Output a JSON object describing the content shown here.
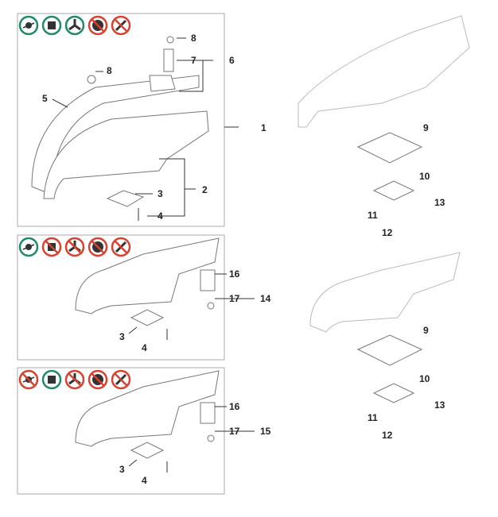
{
  "colors": {
    "allowed": "#1f8a6a",
    "prohibited": "#d9412f"
  },
  "groups": [
    {
      "group_label": "1",
      "icons": [
        "trimmer-head",
        "four-blade",
        "three-blade",
        "saw-blade",
        "two-blade"
      ],
      "allowed": [
        true,
        true,
        true,
        false,
        false
      ]
    },
    {
      "group_label": "14",
      "icons": [
        "trimmer-head",
        "four-blade",
        "three-blade",
        "saw-blade",
        "two-blade"
      ],
      "allowed": [
        true,
        false,
        false,
        false,
        false
      ]
    },
    {
      "group_label": "15",
      "icons": [
        "trimmer-head",
        "four-blade",
        "three-blade",
        "saw-blade",
        "two-blade"
      ],
      "allowed": [
        false,
        true,
        false,
        false,
        false
      ]
    }
  ],
  "labels": {
    "g1": [
      "8",
      "7",
      "6",
      "8",
      "5",
      "1",
      "2",
      "3",
      "4"
    ],
    "g2": [
      "16",
      "17",
      "14",
      "3",
      "4"
    ],
    "g3": [
      "16",
      "17",
      "15",
      "3",
      "4"
    ],
    "r1": [
      "9",
      "10",
      "11",
      "12",
      "13"
    ],
    "r2": [
      "9",
      "10",
      "11",
      "12",
      "13"
    ]
  }
}
